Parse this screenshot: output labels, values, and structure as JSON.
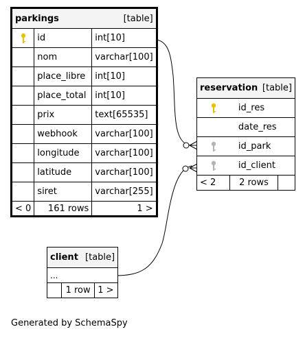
{
  "tables": {
    "parkings": {
      "name": "parkings",
      "type_label": "[table]",
      "columns": [
        {
          "name": "id",
          "type": "int[10]",
          "key": "primary"
        },
        {
          "name": "nom",
          "type": "varchar[100]"
        },
        {
          "name": "place_libre",
          "type": "int[10]"
        },
        {
          "name": "place_total",
          "type": "int[10]"
        },
        {
          "name": "prix",
          "type": "text[65535]"
        },
        {
          "name": "webhook",
          "type": "varchar[100]"
        },
        {
          "name": "longitude",
          "type": "varchar[100]"
        },
        {
          "name": "latitude",
          "type": "varchar[100]"
        },
        {
          "name": "siret",
          "type": "varchar[255]"
        }
      ],
      "footer": {
        "children": "< 0",
        "rows": "161 rows",
        "parents": "1 >"
      }
    },
    "reservation": {
      "name": "reservation",
      "type_label": "[table]",
      "columns": [
        {
          "name": "id_res",
          "key": "primary"
        },
        {
          "name": "date_res"
        },
        {
          "name": "id_park",
          "key": "foreign"
        },
        {
          "name": "id_client",
          "key": "foreign"
        }
      ],
      "footer": {
        "children": "< 2",
        "rows": "2 rows",
        "parents": ""
      }
    },
    "client": {
      "name": "client",
      "type_label": "[table]",
      "columns_placeholder": "...",
      "footer": {
        "children": "",
        "rows": "1 row",
        "parents": "1 >"
      }
    }
  },
  "colors": {
    "primary_key": "#e8c200",
    "foreign_key": "#b4b4b4",
    "header_bg": "#f4f4f4"
  },
  "caption": "Generated by SchemaSpy"
}
